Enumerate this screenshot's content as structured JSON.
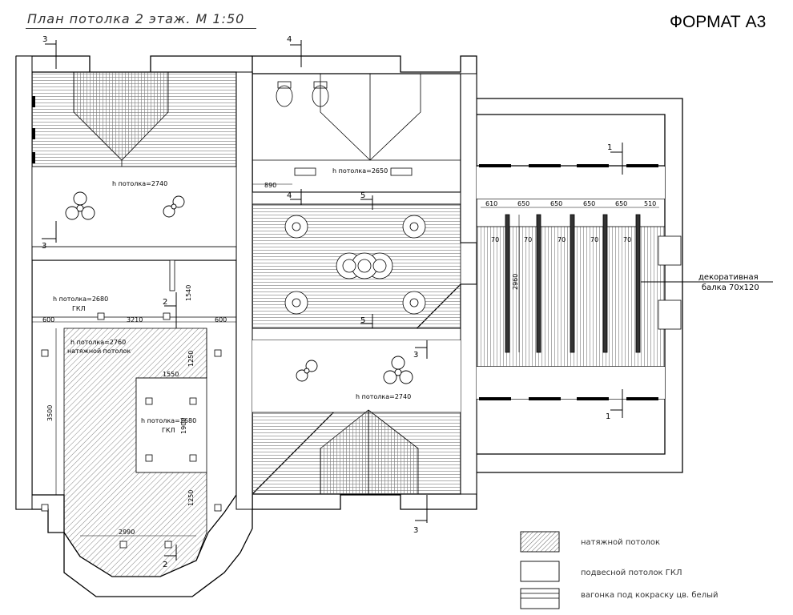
{
  "header": {
    "title": "План потолка 2 этаж. М 1:50",
    "format": "ФОРМАТ А3"
  },
  "rooms": {
    "top_left": {
      "h": "h потолка=2740"
    },
    "wc": {
      "h": "h потолка=2650"
    },
    "bottom_center": {
      "h": "h потолка=2740"
    },
    "left_strip": {
      "h": "h потолка=2680",
      "sub": "ГКЛ"
    },
    "stretch": {
      "h": "h потолка=2760",
      "sub": "натяжной потолок"
    },
    "inner_gkl": {
      "h": "h потолка=2680",
      "sub": "ГКЛ"
    }
  },
  "dims": {
    "d890": "890",
    "d1540": "1540",
    "d3210": "3210",
    "d600a": "600",
    "d600b": "600",
    "d1250a": "1250",
    "d1550": "1550",
    "d3500": "3500",
    "d1900": "1900",
    "d1250b": "1250",
    "d2990": "2990",
    "beam_spacing": [
      "610",
      "650",
      "650",
      "650",
      "650",
      "510"
    ],
    "beam_width": [
      "70",
      "70",
      "70",
      "70",
      "70"
    ],
    "d2960": "2960"
  },
  "sections": {
    "s3_top": "3",
    "s3_left": "3",
    "s4_top": "4",
    "s4_mid": "4",
    "s5_top": "5",
    "s5_bot": "5",
    "s2_top": "2",
    "s2_bot": "2",
    "s3_right": "3",
    "s3_bot": "3",
    "s1_top": "1",
    "s1_bot": "1"
  },
  "annotation": {
    "line1": "декоративная",
    "line2": "балка 70x120"
  },
  "legend": {
    "items": [
      {
        "label": "натяжной потолок"
      },
      {
        "label": "подвесной потолок ГКЛ"
      },
      {
        "label": "вагонка под кокраску цв. белый"
      }
    ]
  }
}
